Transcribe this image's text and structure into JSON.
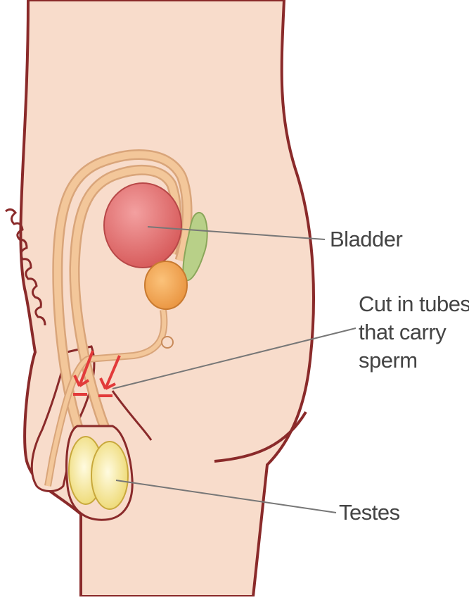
{
  "labels": {
    "bladder": "Bladder",
    "cut_lines": [
      "Cut in tubes",
      "that carry",
      "sperm"
    ],
    "testes": "Testes"
  },
  "colors": {
    "skin": "#f8dccb",
    "outline": "#8a2a2a",
    "bladder": "#e06a6a",
    "prostate": "#f0a050",
    "seminal_vesicle": "#b8d088",
    "tube": "#f3c79a",
    "testis": "#f2e27a",
    "cut_marker": "#e23a3a",
    "leader": "#777777",
    "text": "#444444"
  }
}
